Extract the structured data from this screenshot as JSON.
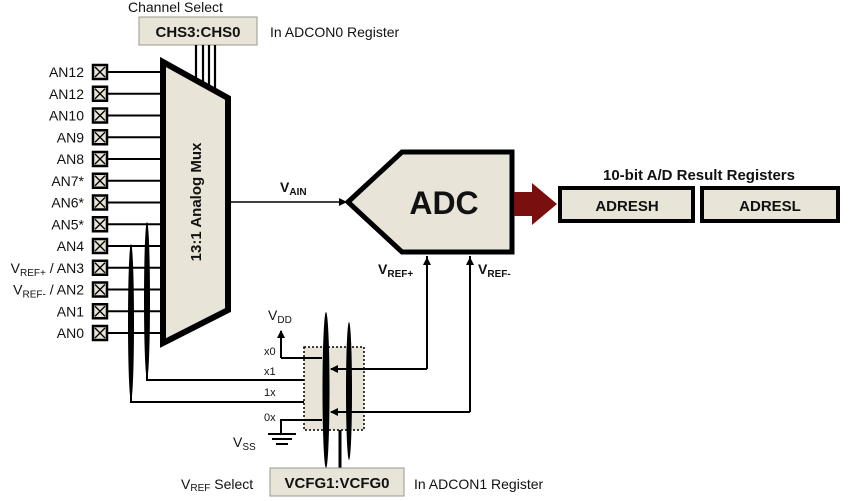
{
  "colors": {
    "box_fill": "#e8e4d8",
    "stroke": "#000000",
    "arrow": "#7a0f0f"
  },
  "channel_select": {
    "title": "Channel Select",
    "register_bits": "CHS3:CHS0",
    "register_note": "In ADCON0 Register"
  },
  "inputs": [
    {
      "label": "AN12"
    },
    {
      "label": "AN12"
    },
    {
      "label": "AN10"
    },
    {
      "label": "AN9"
    },
    {
      "label": "AN8"
    },
    {
      "label": "AN7*"
    },
    {
      "label": "AN6*"
    },
    {
      "label": "AN5*"
    },
    {
      "label": "AN4"
    },
    {
      "label": "AN3",
      "prefix": "V",
      "sub": "REF+",
      "sep": " / "
    },
    {
      "label": "AN2",
      "prefix": "V",
      "sub": "REF-",
      "sep": " /  "
    },
    {
      "label": "AN1"
    },
    {
      "label": "AN0"
    }
  ],
  "mux": {
    "label": "13:1 Analog Mux"
  },
  "vain": {
    "main": "V",
    "sub": "AIN"
  },
  "adc": {
    "label": "ADC"
  },
  "result": {
    "title": "10-bit A/D Result Registers",
    "registers": [
      "ADRESH",
      "ADRESL"
    ]
  },
  "vref_plus": {
    "main": "V",
    "sub": "REF+"
  },
  "vref_minus": {
    "main": "V",
    "sub": "REF-"
  },
  "vdd": {
    "main": "V",
    "sub": "DD"
  },
  "vss": {
    "main": "V",
    "sub": "SS"
  },
  "switch_codes": [
    "x0",
    "x1",
    "1x",
    "0x"
  ],
  "vref_select": {
    "title_main": "V",
    "title_sub": "REF",
    "title_rest": " Select",
    "register_bits": "VCFG1:VCFG0",
    "register_note": "In ADCON1 Register"
  }
}
